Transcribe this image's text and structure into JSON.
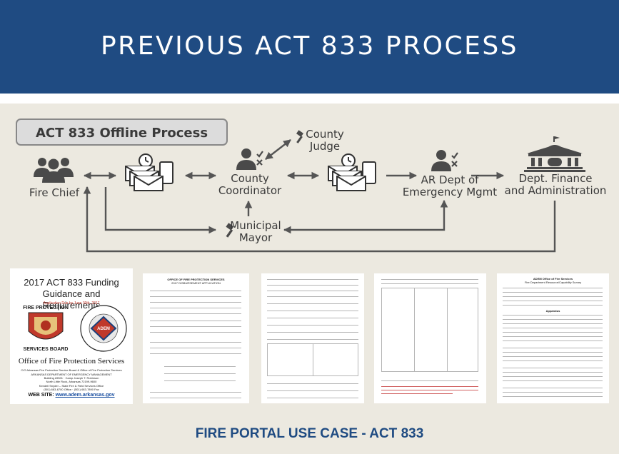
{
  "slide": {
    "title": "PREVIOUS ACT 833 PROCESS",
    "footer": "FIRE PORTAL USE CASE - ACT 833"
  },
  "diagram": {
    "process_title": "ACT 833 Offline Process",
    "nodes": {
      "fire_chief": "Fire Chief",
      "county_judge": "County\nJudge",
      "county_coordinator": "County\nCoordinator",
      "municipal_mayor": "Municipal\nMayor",
      "ar_dept": "AR Dept of\nEmergency Mgmt",
      "dept_finance": "Dept. Finance\nand Administration"
    },
    "icons": [
      "people-group-icon",
      "envelope-stack-icon",
      "clock-icon",
      "phone-icon",
      "person-check-icon",
      "government-building-icon"
    ]
  },
  "documents": {
    "doc1": {
      "title": "2017 ACT 833 Funding Guidance and Requirements",
      "due": "Application Due by June 30th, 2017",
      "seal_fire_top": "FIRE PROTECTION",
      "seal_fire_bottom": "SERVICES BOARD",
      "seal_adem": "ADEM",
      "office": "Office of Fire Protection Services",
      "address_1": "C/O Arkansas Fire Protection Service Board & Office of Fire Protection Services",
      "address_2": "ARKANSAS DEPARTMENT OF EMERGENCY MANAGEMENT",
      "address_3": "Building #9501 · Camp Joseph T. Robinson",
      "address_4": "North Little Rock, Arkansas 72199-9600",
      "contact_1": "Kendell Snyder – State Fire & Field Services Office",
      "contact_2": "(501) 683-6700 Office · (501) 683-7890 Fax",
      "web_label": "WEB SITE:",
      "web_url": "www.adem.arkansas.gov"
    },
    "doc2": {
      "title": "OFFICE OF FIRE PROTECTION SERVICES",
      "subtitle": "2017 DISBURSEMENT APPLICATION"
    },
    "doc5": {
      "title": "ADEM Office of Fire Services",
      "subtitle": "Fire Department Resource/Capability Survey",
      "section": "Apparatus"
    }
  }
}
